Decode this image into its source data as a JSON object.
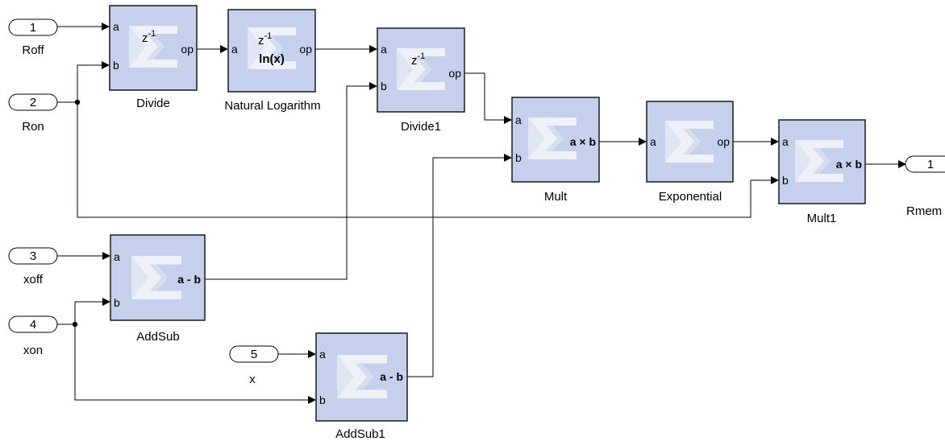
{
  "diagram": {
    "colors": {
      "block_fill": "#c5d1ec",
      "block_border": "#1a1a1a",
      "wire": "#000000",
      "sigma_light": "#e9edf7",
      "port_fill": "#ffffff"
    },
    "inports": [
      {
        "id": "in1",
        "number": "1",
        "label": "Roff"
      },
      {
        "id": "in2",
        "number": "2",
        "label": "Ron"
      },
      {
        "id": "in3",
        "number": "3",
        "label": "xoff"
      },
      {
        "id": "in4",
        "number": "4",
        "label": "xon"
      },
      {
        "id": "in5",
        "number": "5",
        "label": "x"
      }
    ],
    "outports": [
      {
        "id": "out1",
        "number": "1",
        "label": "Rmem"
      }
    ],
    "blocks": [
      {
        "id": "divide",
        "name": "Divide",
        "ports_in": [
          "a",
          "b"
        ],
        "port_out": "op",
        "expr": "z-1"
      },
      {
        "id": "ln",
        "name": "Natural Logarithm",
        "ports_in": [
          "a"
        ],
        "port_out": "op",
        "expr": "z-1",
        "expr2": "ln(x)"
      },
      {
        "id": "divide1",
        "name": "Divide1",
        "ports_in": [
          "a",
          "b"
        ],
        "port_out": "op",
        "expr": "z-1"
      },
      {
        "id": "mult",
        "name": "Mult",
        "ports_in": [
          "a",
          "b"
        ],
        "port_out": "",
        "expr": "a × b"
      },
      {
        "id": "exp",
        "name": "Exponential",
        "ports_in": [
          "a"
        ],
        "port_out": "op",
        "expr": ""
      },
      {
        "id": "mult1",
        "name": "Mult1",
        "ports_in": [
          "a",
          "b"
        ],
        "port_out": "",
        "expr": "a × b"
      },
      {
        "id": "addsub",
        "name": "AddSub",
        "ports_in": [
          "a",
          "b"
        ],
        "port_out": "",
        "expr": "a - b"
      },
      {
        "id": "addsub1",
        "name": "AddSub1",
        "ports_in": [
          "a",
          "b"
        ],
        "port_out": "",
        "expr": "a - b"
      }
    ]
  }
}
